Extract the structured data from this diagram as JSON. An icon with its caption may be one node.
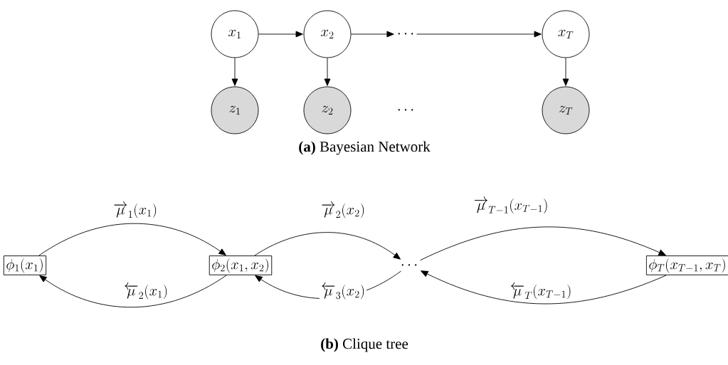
{
  "diagram": {
    "nodes": [
      {
        "text": [
          "x_1"
        ]
      },
      {
        "text": [
          "x_2"
        ]
      },
      {
        "text": [
          "\\cdots"
        ]
      },
      {
        "text": [
          "x_T"
        ]
      },
      {
        "text": [
          "z_1"
        ]
      },
      {
        "text": [
          "z_2"
        ]
      },
      {
        "text": [
          "z_T"
        ]
      },
      {
        "text": [
          "\\phi_1(x_1)"
        ]
      },
      {
        "text": [
          "\\phi_2(x_1,x_2)"
        ]
      },
      {
        "text": [
          "\\cdots"
        ]
      },
      {
        "text": [
          "\\phi_T(x_{T-1},x_T)"
        ]
      }
    ],
    "edges": [
      {
        "from": 0,
        "to": 1,
        "arrow": "to"
      },
      {
        "from": 1,
        "to": 2,
        "arrow": "to"
      },
      {
        "from": 2,
        "to": 3,
        "arrow": "to"
      },
      {
        "from": 0,
        "to": 4,
        "arrow": "to"
      },
      {
        "from": 1,
        "to": 5,
        "arrow": "to"
      },
      {
        "from": 3,
        "to": 6,
        "arrow": "to"
      },
      {
        "from": 7,
        "to": 8,
        "arrow": "to",
        "label": "\\overrightarrow{\\mu}_1(x_1)"
      },
      {
        "from": 8,
        "to": 7,
        "arrow": "to",
        "label": "\\overleftarrow{\\mu}_2(x_1)"
      },
      {
        "from": 8,
        "to": 9,
        "arrow": "to",
        "label": "\\overrightarrow{\\mu}_2(x_2)"
      },
      {
        "from": 9,
        "to": 8,
        "arrow": "to",
        "label": "\\overleftarrow{\\mu}_3(x_2)"
      },
      {
        "from": 9,
        "to": 10,
        "arrow": "to",
        "label": "\\overrightarrow{\\mu}_{T-1}(x_{T-1})"
      },
      {
        "from": 10,
        "to": 9,
        "arrow": "to",
        "label": "\\overleftarrow{\\mu}_T(x_{T-1})"
      }
    ],
    "labels": [
      "\\cdots",
      "**(a)** Bayesian Network",
      "**(b)** Clique tree"
    ]
  }
}
